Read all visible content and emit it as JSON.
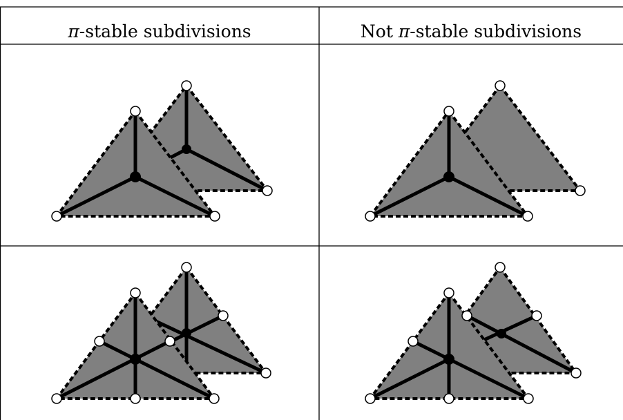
{
  "table": {
    "header_left_prefix": "π",
    "header_left_suffix": "-stable subdivisions",
    "header_right_prefix": "Not ",
    "header_right_pi": "π",
    "header_right_suffix": "-stable subdivisions"
  },
  "colors": {
    "fill": "#808080",
    "line": "#000000",
    "vertex_open": "#ffffff"
  }
}
